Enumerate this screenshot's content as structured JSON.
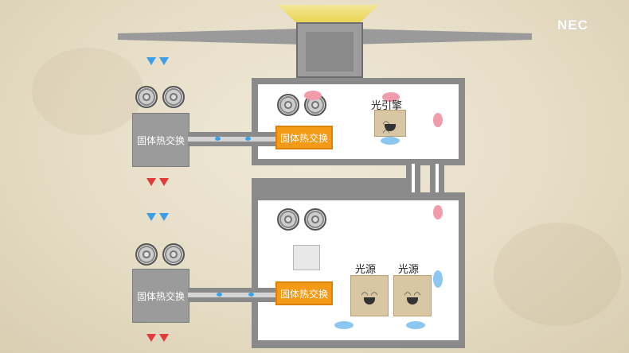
{
  "logo": "NEC",
  "labels": {
    "hx_gray": "固体热交换",
    "hx_orange": "固体热交换",
    "engine": "光引擎",
    "source": "光源"
  },
  "colors": {
    "cool_arrow": "#3a9fe6",
    "heat_arrow": "#e23a3a",
    "exchanger_accent": "#f59a17"
  }
}
